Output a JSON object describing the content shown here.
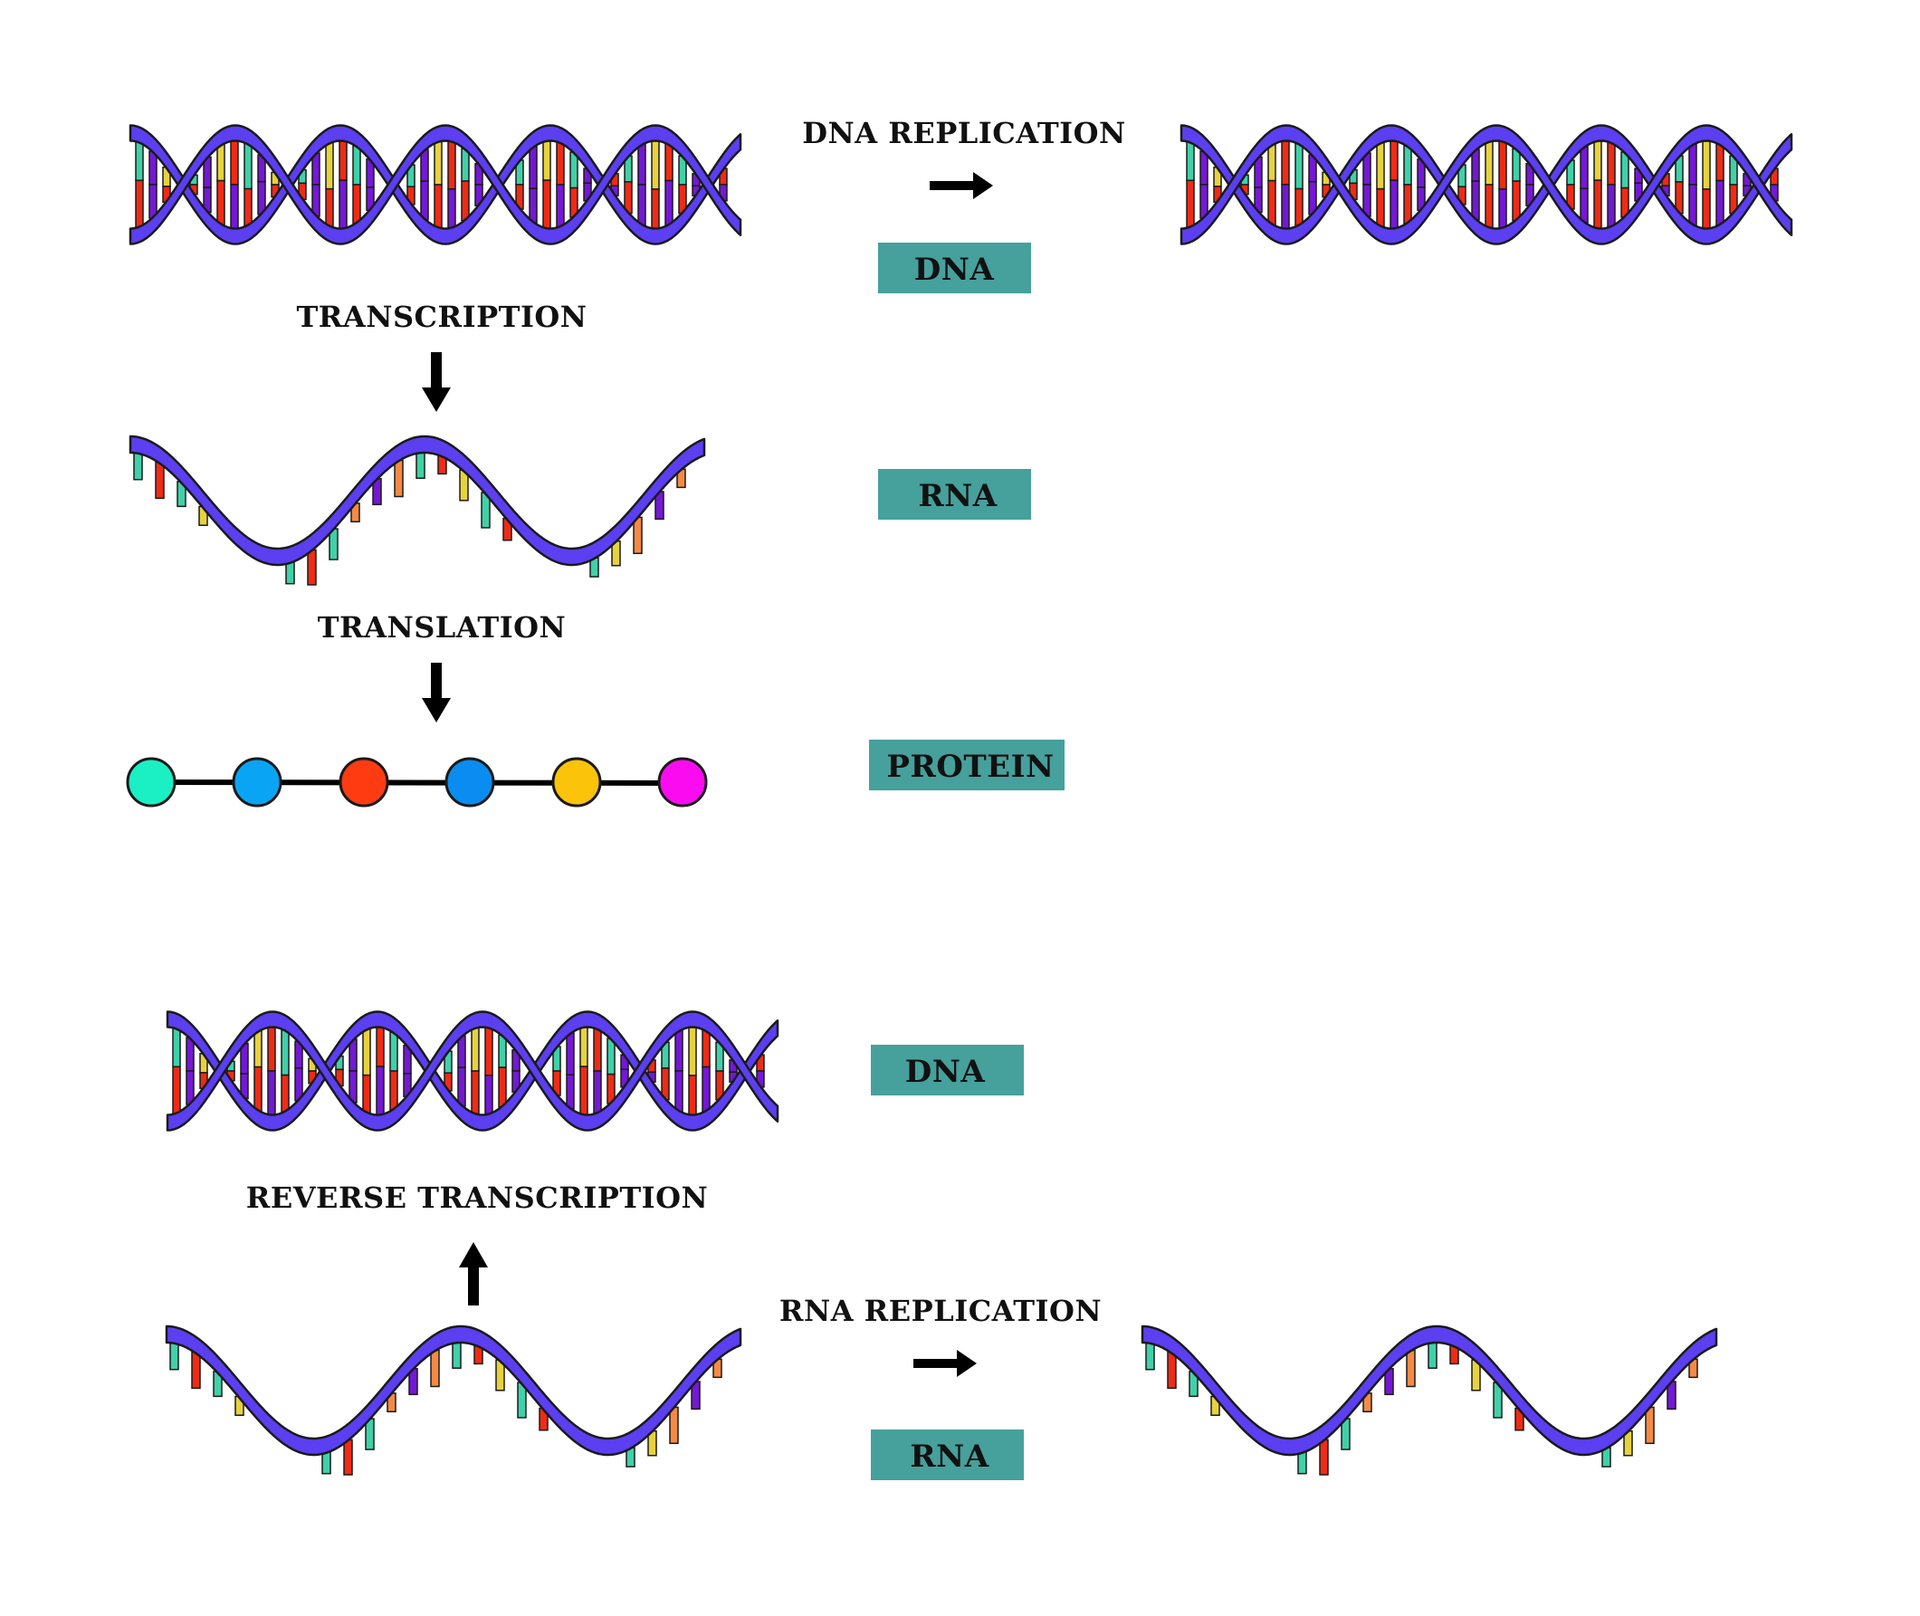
{
  "labels": {
    "dna_replication": "DNA REPLICATION",
    "transcription": "TRANSCRIPTION",
    "translation": "TRANSLATION",
    "reverse_transcription": "REVERSE TRANSCRIPTION",
    "rna_replication": "RNA REPLICATION"
  },
  "boxes": {
    "dna_top": "DNA",
    "rna": "RNA",
    "protein": "PROTEIN",
    "dna_bottom": "DNA",
    "rna_bottom": "RNA"
  },
  "colors": {
    "strand": "#5b3ff0",
    "box": "#46a09c",
    "outline": "#1a1a1a",
    "base_teal": "#3fd1a8",
    "base_red": "#f02b13",
    "base_yellow": "#e8d23c",
    "base_purple": "#7418d6",
    "base_orange": "#f58a44"
  },
  "protein_beads": [
    "#1af0c4",
    "#0aa4f5",
    "#ff3b11",
    "#0a8cf0",
    "#fbc30a",
    "#fb0cf0"
  ]
}
